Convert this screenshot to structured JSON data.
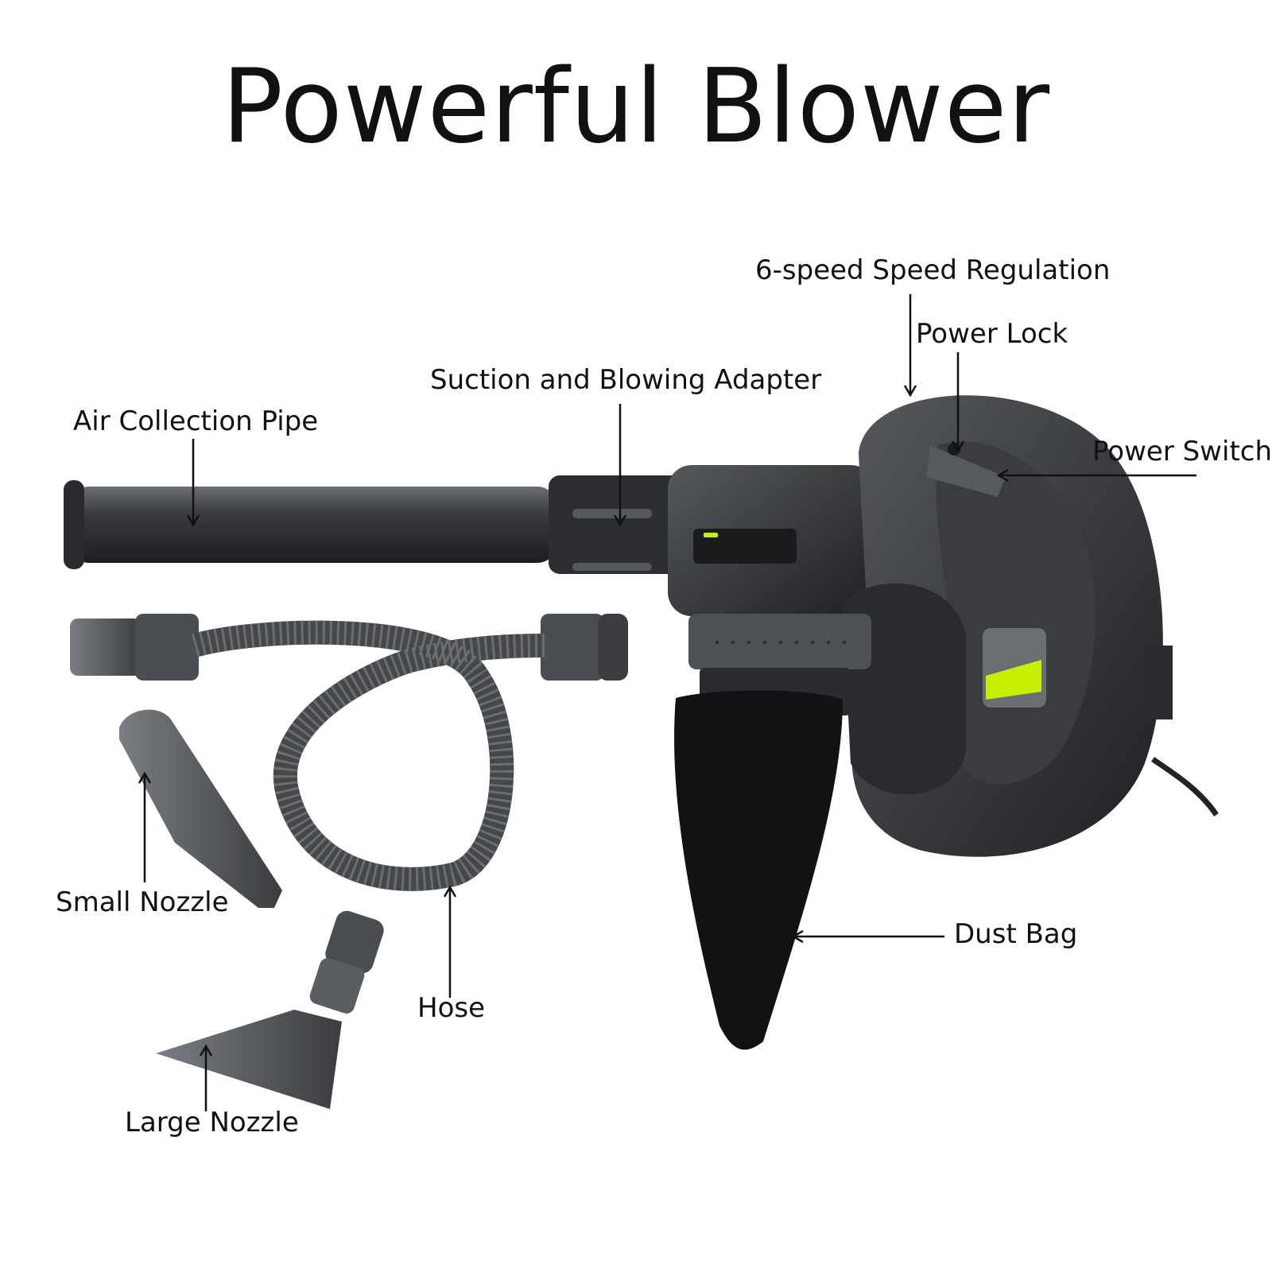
{
  "title": "Powerful Blower",
  "labels": {
    "speed_regulation": "6-speed Speed Regulation",
    "power_lock": "Power Lock",
    "suction_adapter": "Suction and Blowing Adapter",
    "air_pipe": "Air Collection Pipe",
    "power_switch": "Power Switch",
    "small_nozzle": "Small Nozzle",
    "hose": "Hose",
    "dust_bag": "Dust Bag",
    "large_nozzle": "Large Nozzle"
  },
  "colors": {
    "body_dark": "#2b2d31",
    "body_mid": "#4a4d52",
    "accent_green": "#c6f000",
    "text": "#111111"
  }
}
